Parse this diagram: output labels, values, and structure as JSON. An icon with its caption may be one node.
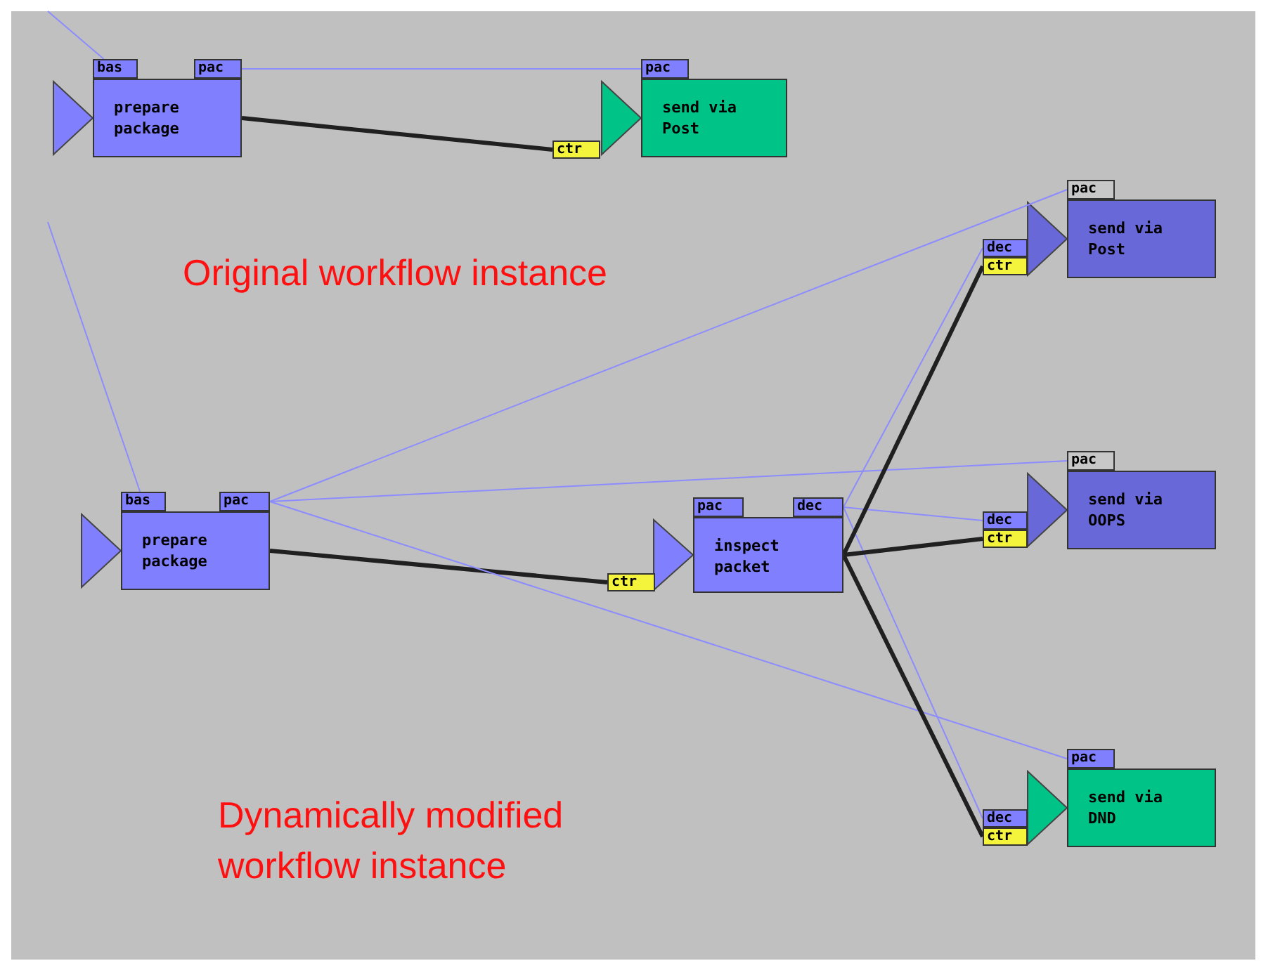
{
  "diagram": {
    "nodes": [
      {
        "text": [
          "bas"
        ]
      },
      {
        "text": [
          "pac"
        ]
      },
      {
        "text": [
          "prepare package"
        ]
      },
      {
        "text": [
          "ctr"
        ]
      },
      {
        "text": [
          "pac"
        ]
      },
      {
        "text": [
          "send via Post"
        ]
      },
      {
        "text": [
          "bas"
        ]
      },
      {
        "text": [
          "pac"
        ]
      },
      {
        "text": [
          "prepare package"
        ]
      },
      {
        "text": [
          "ctr"
        ]
      },
      {
        "text": [
          "pac"
        ]
      },
      {
        "text": [
          "dec"
        ]
      },
      {
        "text": [
          "inspect packet"
        ]
      },
      {
        "text": [
          "dec"
        ]
      },
      {
        "text": [
          "ctr"
        ]
      },
      {
        "text": [
          "pac"
        ]
      },
      {
        "text": [
          "send via Post"
        ]
      },
      {
        "text": [
          "dec"
        ]
      },
      {
        "text": [
          "ctr"
        ]
      },
      {
        "text": [
          "pac"
        ]
      },
      {
        "text": [
          "send via OOPS"
        ]
      },
      {
        "text": [
          "dec"
        ]
      },
      {
        "text": [
          "ctr"
        ]
      },
      {
        "text": [
          "pac"
        ]
      },
      {
        "text": [
          "send via DND"
        ]
      }
    ],
    "edges": [
      {
        "from": null,
        "to": 0,
        "arrow": "none"
      },
      {
        "from": 1,
        "to": 4,
        "arrow": "none"
      },
      {
        "from": 2,
        "to": 3,
        "arrow": "none",
        "style": "thick",
        "color": "#202020"
      },
      {
        "from": null,
        "to": 6,
        "arrow": "none"
      },
      {
        "from": 8,
        "to": 9,
        "arrow": "none",
        "style": "thick",
        "color": "#202020"
      },
      {
        "from": 7,
        "to": 15,
        "arrow": "none"
      },
      {
        "from": 7,
        "to": 19,
        "arrow": "none"
      },
      {
        "from": 7,
        "to": 23,
        "arrow": "none"
      },
      {
        "from": 11,
        "to": 13,
        "arrow": "none"
      },
      {
        "from": 11,
        "to": 17,
        "arrow": "none"
      },
      {
        "from": 11,
        "to": 21,
        "arrow": "none"
      },
      {
        "from": 12,
        "to": 14,
        "arrow": "none",
        "style": "thick",
        "color": "#202020"
      },
      {
        "from": 12,
        "to": 18,
        "arrow": "none",
        "style": "thick",
        "color": "#202020"
      },
      {
        "from": 12,
        "to": 22,
        "arrow": "none",
        "style": "thick",
        "color": "#202020"
      }
    ],
    "labels": [
      "Original workflow instance",
      "Dynamically modified workflow instance"
    ]
  }
}
